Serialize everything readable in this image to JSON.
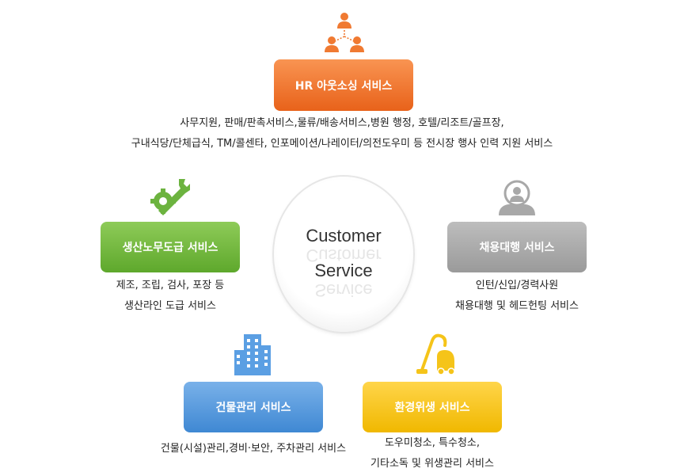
{
  "center": {
    "line1": "Customer",
    "line2": "Service"
  },
  "services": {
    "hr": {
      "label": "HR 아웃소싱 서비스",
      "desc1": "사무지원, 판매/판촉서비스,물류/배송서비스,병원 행정, 호텔/리조트/골프장,",
      "desc2": "구내식당/단체급식, TM/콜센타, 인포메이션/나레이터/의전도우미 등 전시장 행사 인력 지원 서비스",
      "color": "#f07a32",
      "icon": "people-network-icon"
    },
    "production": {
      "label": "생산노무도급 서비스",
      "desc1": "제조, 조립, 검사, 포장 등",
      "desc2": "생산라인 도급 서비스",
      "color": "#72b740",
      "icon": "gear-wrench-icon"
    },
    "recruiting": {
      "label": "채용대행 서비스",
      "desc1": "인턴/신입/경력사원",
      "desc2": "채용대행 및 헤드헌팅 서비스",
      "color": "#aaaaaa",
      "icon": "magnifier-person-icon"
    },
    "building": {
      "label": "건물관리 서비스",
      "desc1": "건물(시설)관리,경비·보안, 주차관리 서비스",
      "color": "#5a9de0",
      "icon": "building-icon"
    },
    "environment": {
      "label": "환경위생 서비스",
      "desc1": "도우미청소, 특수청소,",
      "desc2": "기타소독 및 위생관리 서비스",
      "color": "#f7c51e",
      "icon": "vacuum-cleaner-icon"
    }
  }
}
